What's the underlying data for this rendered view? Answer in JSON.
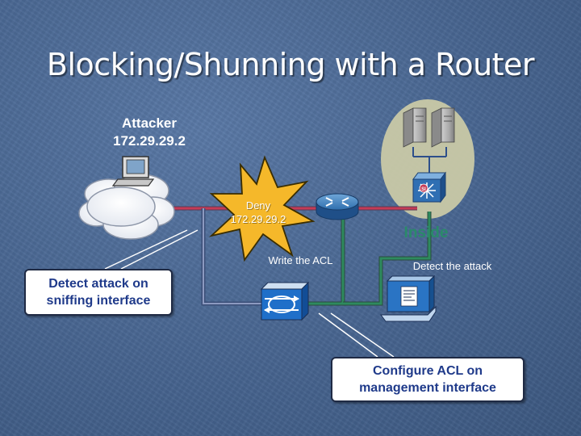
{
  "slide": {
    "title": "Blocking/Shunning with a Router"
  },
  "labels": {
    "attacker_name": "Attacker",
    "attacker_ip": "172.29.29.2",
    "deny_line1": "Deny",
    "deny_line2": "172.29.29.2",
    "write_acl": "Write the ACL",
    "inside": "Inside",
    "detect_attack": "Detect the attack",
    "switch_badge": "SI"
  },
  "callouts": {
    "sniffing": [
      "Detect attack on",
      "sniffing interface"
    ],
    "management": [
      "Configure ACL on",
      "management interface"
    ]
  },
  "colors": {
    "inside_text": "#2a8a6a",
    "red_link": "#c43a55",
    "green_link": "#2e8a5e",
    "burst_fill": "#f5b82a",
    "callout_text": "#1f3a8a"
  },
  "icons": [
    "cloud-icon",
    "attacker-pc-icon",
    "deny-burst-icon",
    "router-icon",
    "server-icon",
    "multilayer-switch-icon",
    "ids-sensor-icon",
    "management-console-icon"
  ]
}
